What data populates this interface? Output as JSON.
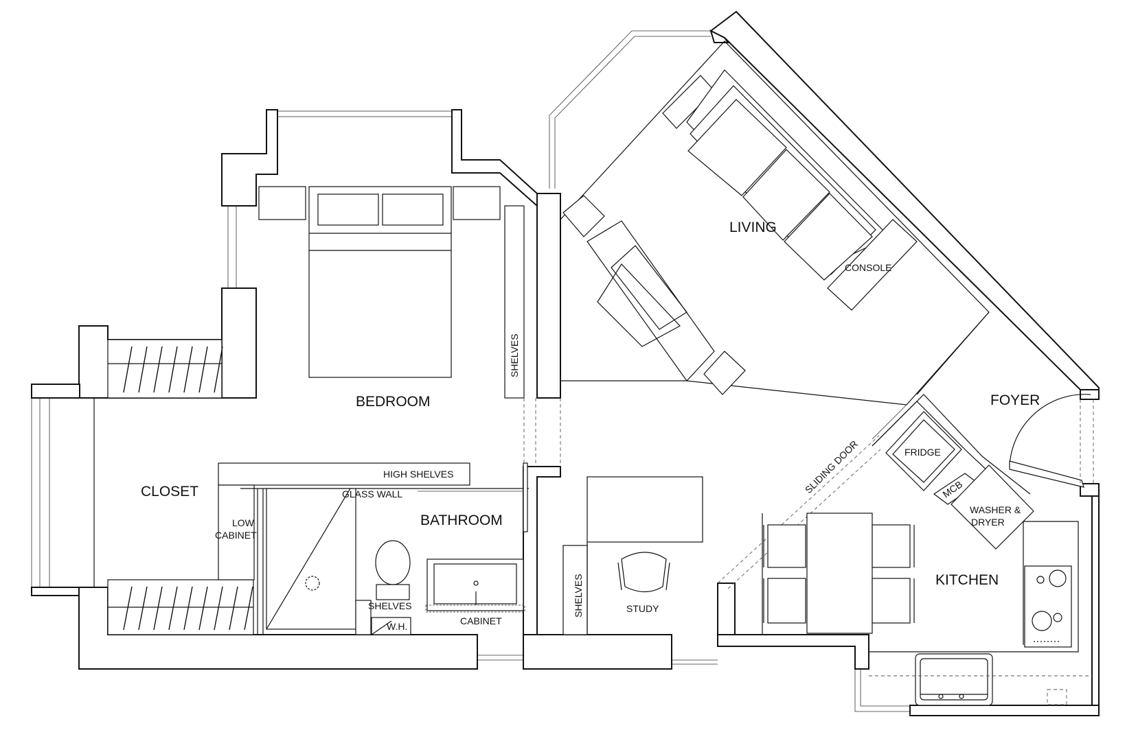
{
  "rooms": {
    "bedroom": "BEDROOM",
    "living": "LIVING",
    "closet": "CLOSET",
    "bathroom": "BATHROOM",
    "study": "STUDY",
    "kitchen": "KITCHEN",
    "foyer": "FOYER"
  },
  "fixtures": {
    "shelves_bedroom": "SHELVES",
    "console": "CONSOLE",
    "high_shelves": "HIGH SHELVES",
    "glass_wall": "GLASS WALL",
    "low_cabinet_1": "LOW",
    "low_cabinet_2": "CABINET",
    "shelves_bath": "SHELVES",
    "wh": "W.H.",
    "cabinet": "CABINET",
    "shelves_study": "SHELVES",
    "sliding_door": "SLIDING DOOR",
    "fridge": "FRIDGE",
    "mcb": "MCB",
    "washer_1": "WASHER &",
    "washer_2": "DRYER"
  }
}
